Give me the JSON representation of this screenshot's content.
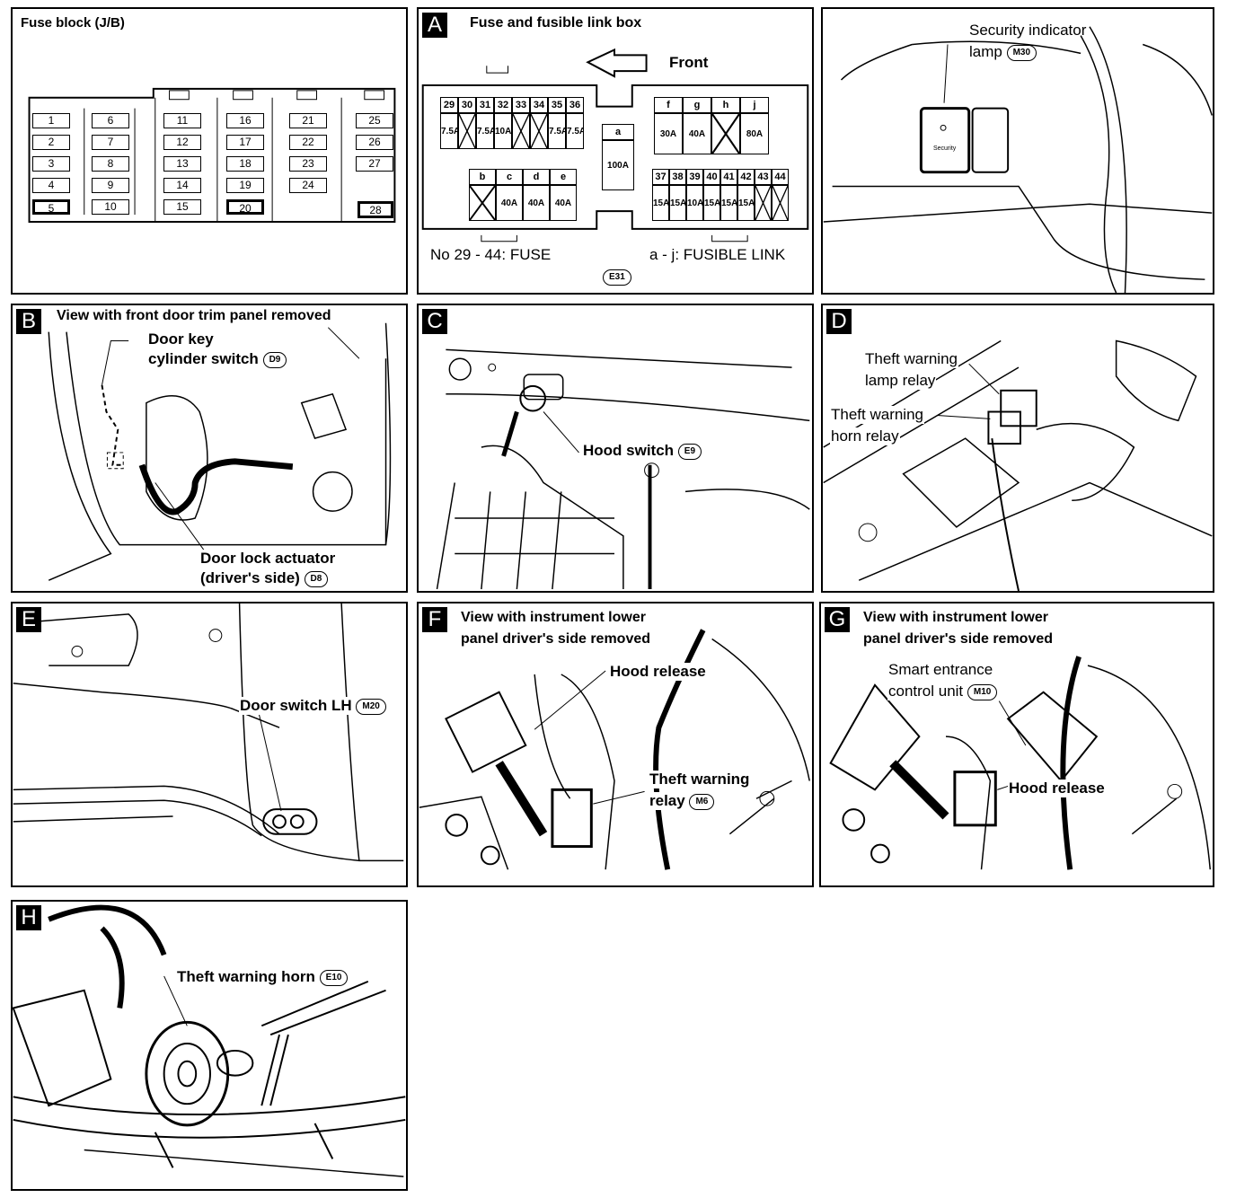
{
  "panels": {
    "fuse_block": {
      "title": "Fuse block (J/B)",
      "fuses": [
        "1",
        "2",
        "3",
        "4",
        "5",
        "6",
        "7",
        "8",
        "9",
        "10",
        "11",
        "12",
        "13",
        "14",
        "15",
        "16",
        "17",
        "18",
        "19",
        "20",
        "21",
        "22",
        "23",
        "24",
        "25",
        "26",
        "27",
        "28"
      ]
    },
    "a": {
      "letter": "A",
      "title": "Fuse and fusible link box",
      "front": "Front",
      "fuse_nums": [
        "29",
        "30",
        "31",
        "32",
        "33",
        "34",
        "35",
        "36"
      ],
      "fuse_amps": [
        "7.5A",
        "",
        "7.5A",
        "10A",
        "",
        "",
        "7.5A",
        "7.5A"
      ],
      "link_a": "a",
      "link_a_amp": "100A",
      "links_fj": [
        "f",
        "g",
        "h",
        "j"
      ],
      "links_fj_amps": [
        "30A",
        "40A",
        "",
        "80A"
      ],
      "links_be": [
        "b",
        "c",
        "d",
        "e"
      ],
      "links_be_amps": [
        "",
        "40A",
        "40A",
        "40A"
      ],
      "fuse2_nums": [
        "37",
        "38",
        "39",
        "40",
        "41",
        "42",
        "43",
        "44"
      ],
      "fuse2_amps": [
        "15A",
        "15A",
        "10A",
        "15A",
        "15A",
        "15A",
        "",
        ""
      ],
      "note_fuse": "No 29 - 44:  FUSE",
      "note_link": "a - j:  FUSIBLE LINK",
      "connector": "E31"
    },
    "sec": {
      "label1": "Security indicator",
      "label2": "lamp",
      "connector": "M30",
      "switch_text": "Security"
    },
    "b": {
      "letter": "B",
      "title": "View with front door trim panel removed",
      "l1": "Door key",
      "l2": "cylinder switch",
      "c1": "D9",
      "l3": "Door lock actuator",
      "l4": "(driver's side)",
      "c2": "D8"
    },
    "c": {
      "letter": "C",
      "label": "Hood switch",
      "connector": "E9"
    },
    "d": {
      "letter": "D",
      "l1": "Theft warning",
      "l2": "lamp relay",
      "l3": "Theft warning",
      "l4": "horn relay"
    },
    "e": {
      "letter": "E",
      "label": "Door switch LH",
      "connector": "M20"
    },
    "f": {
      "letter": "F",
      "t1": "View with instrument lower",
      "t2": "panel driver's side removed",
      "hood": "Hood release",
      "r1": "Theft warning",
      "r2": "relay",
      "connector": "M6"
    },
    "g": {
      "letter": "G",
      "t1": "View with instrument lower",
      "t2": "panel driver's side removed",
      "s1": "Smart entrance",
      "s2": "control unit",
      "connector": "M10",
      "hood": "Hood release"
    },
    "h": {
      "letter": "H",
      "label": "Theft warning horn",
      "connector": "E10"
    }
  }
}
